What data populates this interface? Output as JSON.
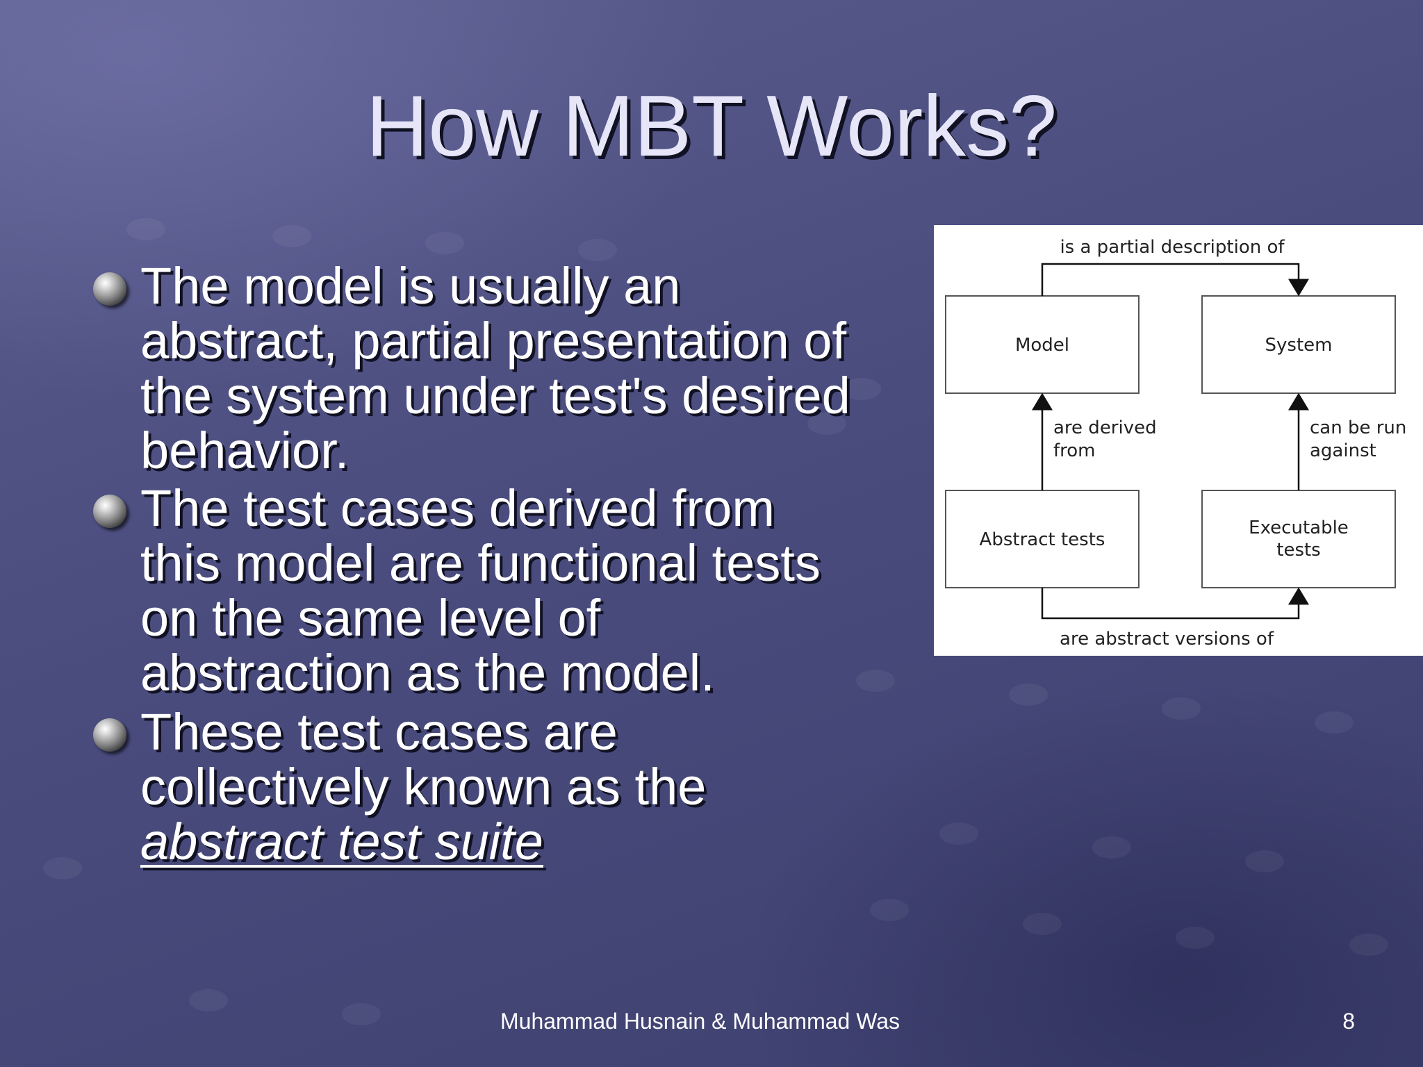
{
  "slide": {
    "title": "How MBT Works?",
    "bullets": [
      {
        "text": "The model is usually an abstract, partial presentation of the system under test's desired behavior."
      },
      {
        "text": "The test cases derived from this model are functional tests on the same level of abstraction as the model."
      },
      {
        "text_before": "These test cases are collectively known as the",
        "emphasis": "abstract test suite"
      }
    ],
    "footer": "Muhammad Husnain & Muhammad Was",
    "page_number": "8"
  },
  "diagram": {
    "boxes": {
      "model": "Model",
      "system": "System",
      "abstract_tests": "Abstract tests",
      "executable_tests_line1": "Executable",
      "executable_tests_line2": "tests"
    },
    "edges": {
      "top": "is a partial description of",
      "left_line1": "are derived",
      "left_line2": "from",
      "right_line1": "can be run",
      "right_line2": "against",
      "bottom": "are abstract versions of"
    }
  },
  "colors": {
    "background": "#4a4c7e",
    "title": "#e6e6f8",
    "text": "#ffffff",
    "diagram_bg": "#ffffff"
  }
}
